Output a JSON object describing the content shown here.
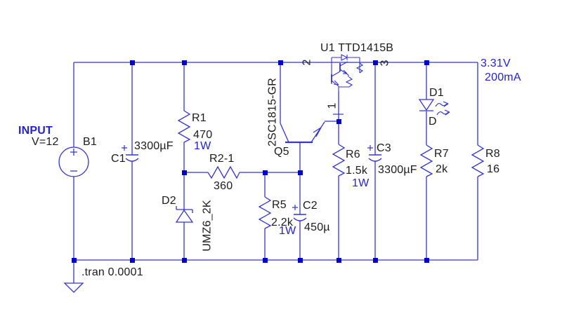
{
  "app": {
    "type": "circuit-schematic-editor",
    "background": "#ffffff"
  },
  "colors": {
    "wire": "#3434cf",
    "junction": "#0000cc",
    "text": "#1b1b1b",
    "text_blue": "#2323cc"
  },
  "directive": {
    "tran": ".tran 0.0001"
  },
  "nets": {
    "n1": "1",
    "n2": "2",
    "n3": "3",
    "input": "INPUT"
  },
  "annotations": {
    "output_voltage": "3.31V",
    "output_current": "200mA"
  },
  "components": {
    "b1": {
      "name": "B1",
      "value": "V=12"
    },
    "c1": {
      "name": "C1",
      "value": "3300µF"
    },
    "r1": {
      "name": "R1",
      "value": "470",
      "power": "1W"
    },
    "d2": {
      "name": "D2",
      "model": "UMZ6_2K"
    },
    "r2": {
      "name": "R2-1",
      "value": "360"
    },
    "r5": {
      "name": "R5",
      "value": "2.2k",
      "power": "1W"
    },
    "c2": {
      "name": "C2",
      "value": "450µ"
    },
    "q5": {
      "name": "Q5",
      "model": "2SC1815-GR"
    },
    "u1": {
      "label": "U1 TTD1415B"
    },
    "r6": {
      "name": "R6",
      "value": "1.5k",
      "power": "1W"
    },
    "c3": {
      "name": "C3",
      "value": "3300µF"
    },
    "d1": {
      "name": "D1",
      "model": "D"
    },
    "r7": {
      "name": "R7",
      "value": "2k"
    },
    "r8": {
      "name": "R8",
      "value": "16"
    }
  }
}
